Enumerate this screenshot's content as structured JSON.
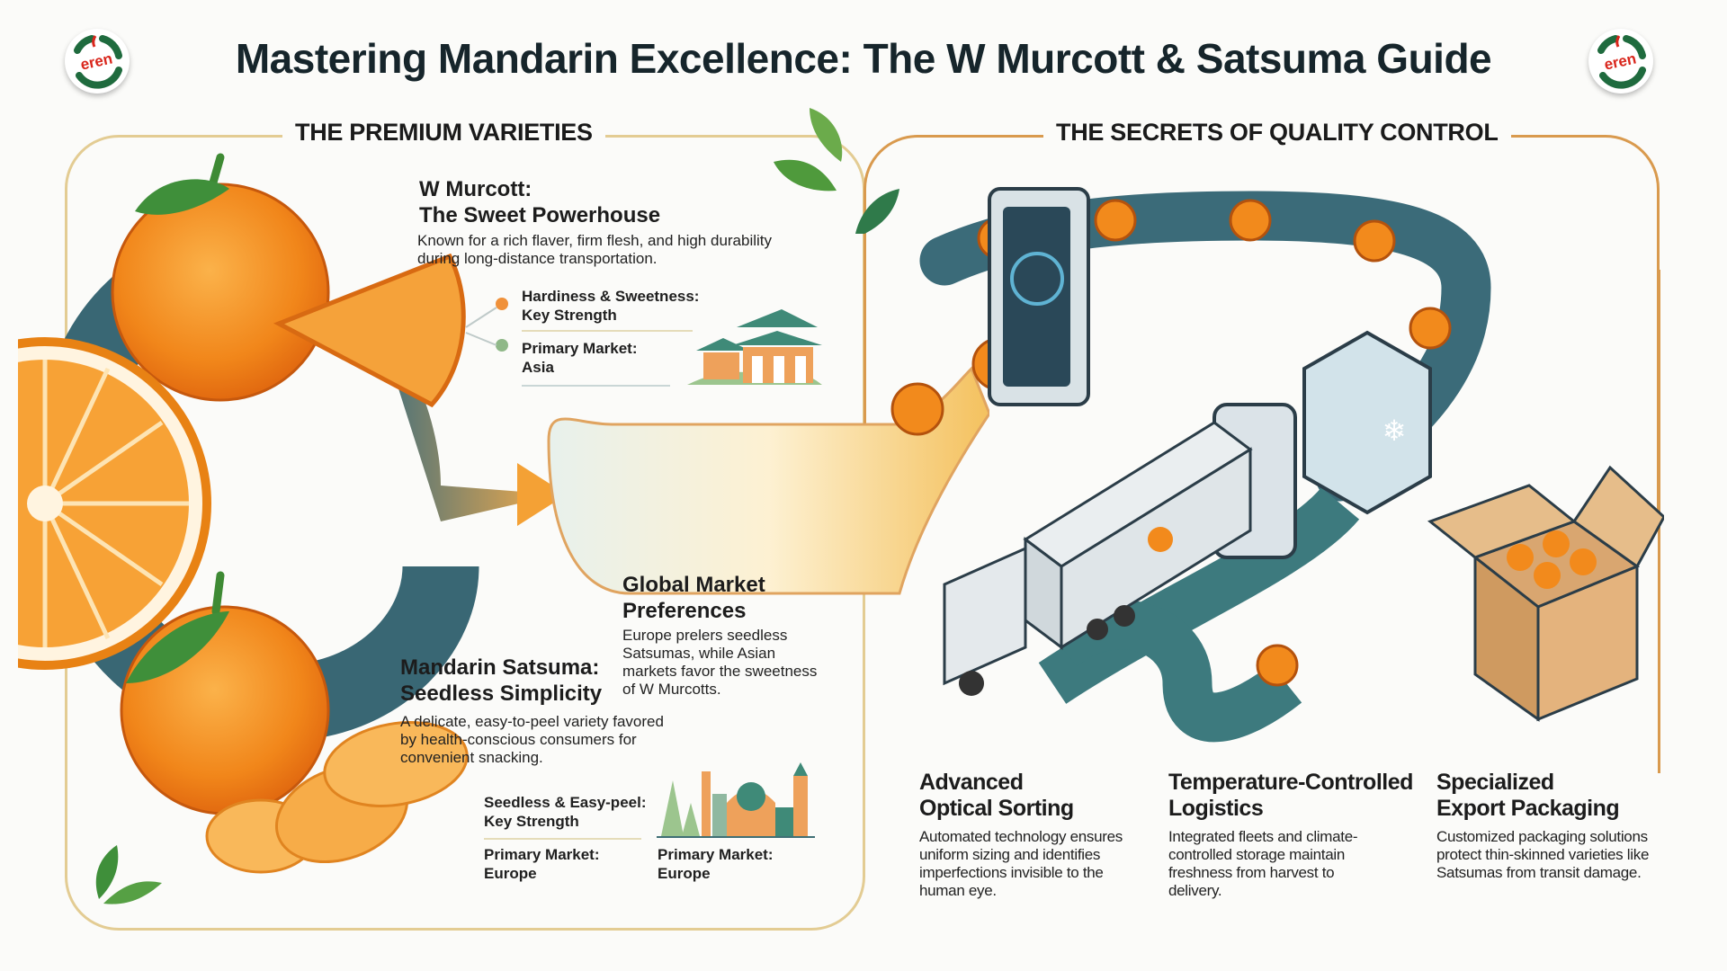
{
  "header": {
    "title": "Mastering Mandarin Excellence: The W Murcott & Satsuma Guide",
    "logo_text": "eren"
  },
  "colors": {
    "orange": "#f28a1c",
    "teal": "#2e5f6d",
    "gold_frame": "#e3cc93",
    "orange_frame": "#d99a4e",
    "leaf_green": "#4f9a3c",
    "logo_green": "#1f6b3e",
    "logo_red": "#d9261c"
  },
  "varieties": {
    "section_label": "THE PREMIUM VARIETIES",
    "murcott": {
      "title_line1": "W Murcott:",
      "title_line2": "The Sweet Powerhouse",
      "description_line1": "Known for a rich flaver, firm flesh, and high durability",
      "description_line2": "during long-distance transportation.",
      "strength_label": "Hardiness & Sweetness:",
      "strength_value": "Key Strength",
      "market_label": "Primary Market:",
      "market_value": "Asia",
      "illustration": "asian-pagoda-icon"
    },
    "satsuma": {
      "title_line1": "Mandarin Satsuma:",
      "title_line2": "Seedless Simplicity",
      "description_line1": "A delicate, easy-to-peel variety favored",
      "description_line2": "by health-conscious consumers for",
      "description_line3": "convenient snacking.",
      "strength_label": "Seedless & Easy-peel:",
      "strength_value": "Key Strength",
      "market_label": "Primary Market:",
      "market_value": "Europe",
      "market_label_2": "Primary Market:",
      "market_value_2": "Europe",
      "illustration": "european-skyline-icon"
    },
    "global": {
      "title_line1": "Global Market",
      "title_line2": "Preferences",
      "text_line1": "Europe prelers seedless",
      "text_line2": "Satsumas, while Asian",
      "text_line3": "markets favor the sweetness",
      "text_line4": "of W Murcotts."
    }
  },
  "quality": {
    "section_label": "THE SECRETS OF QUALITY CONTROL",
    "items": [
      {
        "title_line1": "Advanced",
        "title_line2": "Optical Sorting",
        "text": [
          "Automated technology ensures",
          "uniform sizing and identifies",
          "imperfections invisible to the",
          "human eye."
        ],
        "illustration": "optical-scanner-icon"
      },
      {
        "title_line1": "Temperature-Controlled",
        "title_line2": "Logistics",
        "text": [
          "Integrated fleets and climate-",
          "controlled storage maintain",
          "freshness from harvest to",
          "delivery."
        ],
        "illustration": "refrigerated-truck-icon"
      },
      {
        "title_line1": "Specialized",
        "title_line2": "Export Packaging",
        "text": [
          "Customized packaging solutions",
          "protect thin-skinned varieties like",
          "Satsumas from transit damage."
        ],
        "illustration": "export-box-icon"
      }
    ]
  }
}
